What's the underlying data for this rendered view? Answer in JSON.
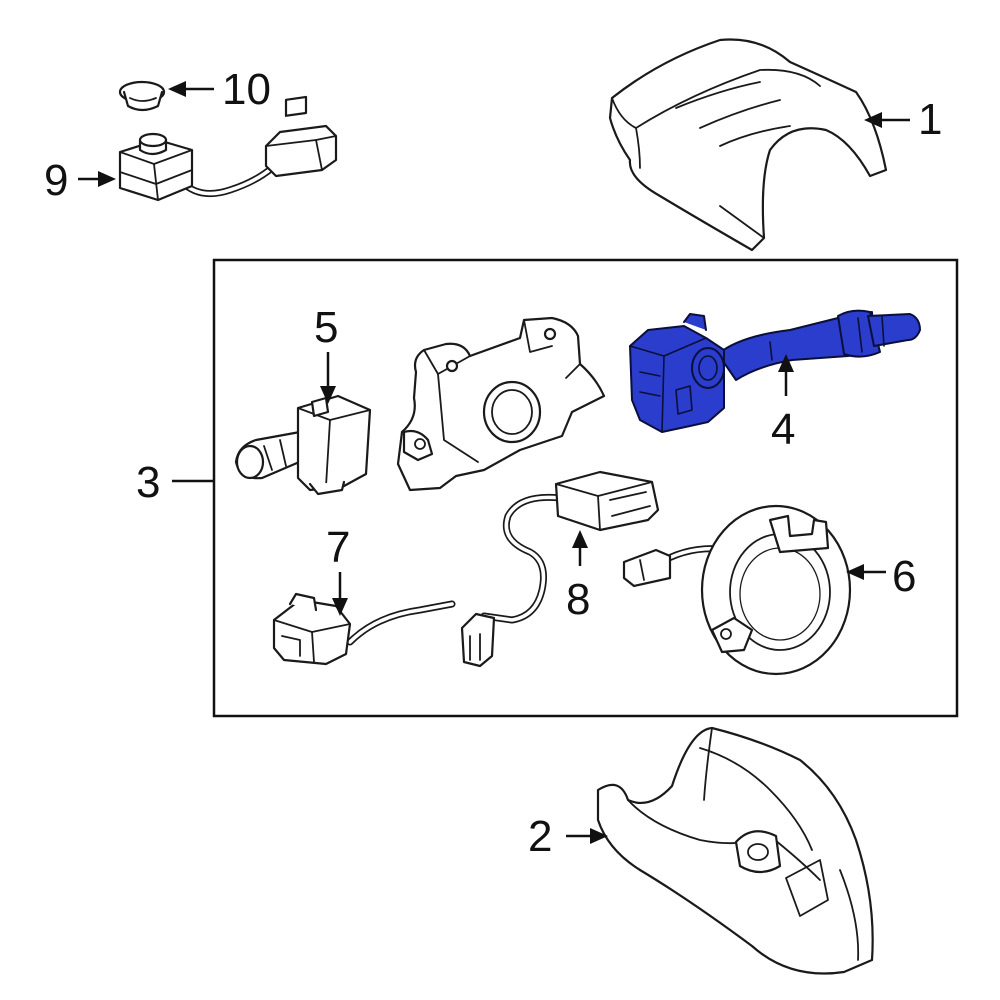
{
  "callouts": [
    {
      "id": "1",
      "label": "1"
    },
    {
      "id": "2",
      "label": "2"
    },
    {
      "id": "3",
      "label": "3"
    },
    {
      "id": "4",
      "label": "4"
    },
    {
      "id": "5",
      "label": "5"
    },
    {
      "id": "6",
      "label": "6"
    },
    {
      "id": "7",
      "label": "7"
    },
    {
      "id": "8",
      "label": "8"
    },
    {
      "id": "9",
      "label": "9"
    },
    {
      "id": "10",
      "label": "10"
    }
  ],
  "colors": {
    "highlight": "#2b3dcc",
    "line": "#1a1a1a",
    "background": "#ffffff"
  }
}
